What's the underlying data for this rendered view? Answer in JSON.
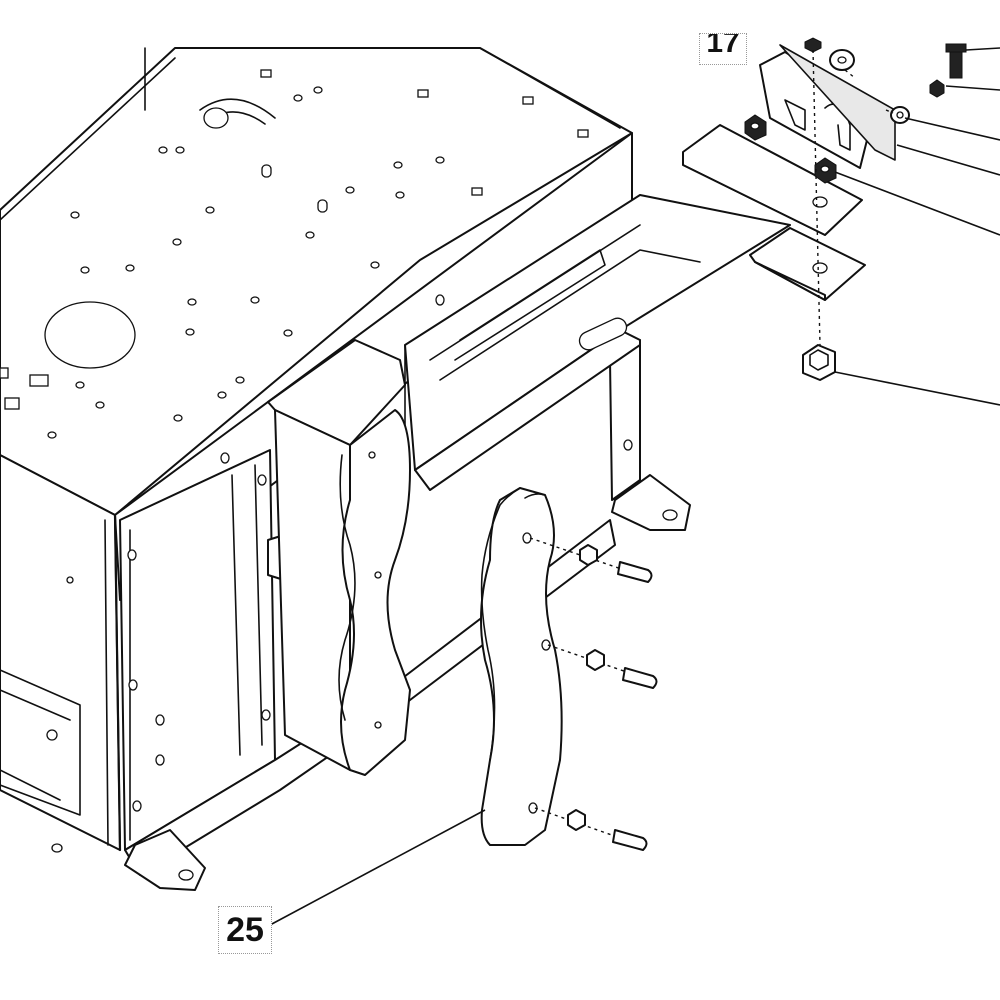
{
  "diagram": {
    "kind": "exploded parts diagram",
    "callouts": [
      {
        "id": "callout-25",
        "label": "25"
      },
      {
        "id": "callout-top",
        "label": "17"
      }
    ]
  }
}
